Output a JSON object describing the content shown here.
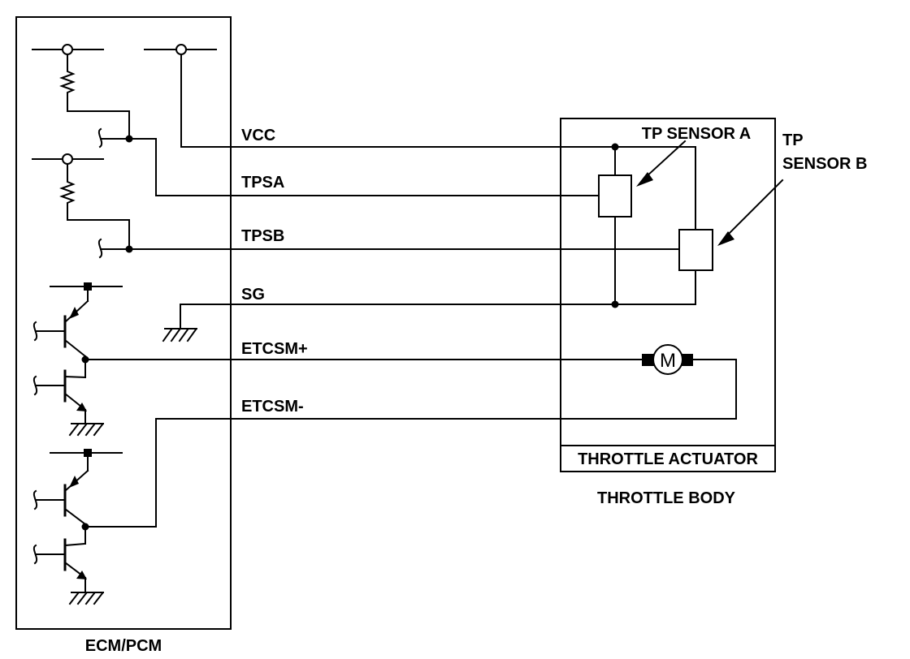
{
  "components": {
    "ecm_pcm": "ECM/PCM",
    "throttle_body": "THROTTLE BODY",
    "throttle_actuator": "THROTTLE ACTUATOR",
    "tp_sensor_a": "TP SENSOR A",
    "tp_sensor_b_line1": "TP",
    "tp_sensor_b_line2": "SENSOR B",
    "motor_symbol": "M"
  },
  "signals": {
    "vcc": "VCC",
    "tpsa": "TPSA",
    "tpsb": "TPSB",
    "sg": "SG",
    "etcsm_plus": "ETCSM+",
    "etcsm_minus": "ETCSM-"
  }
}
